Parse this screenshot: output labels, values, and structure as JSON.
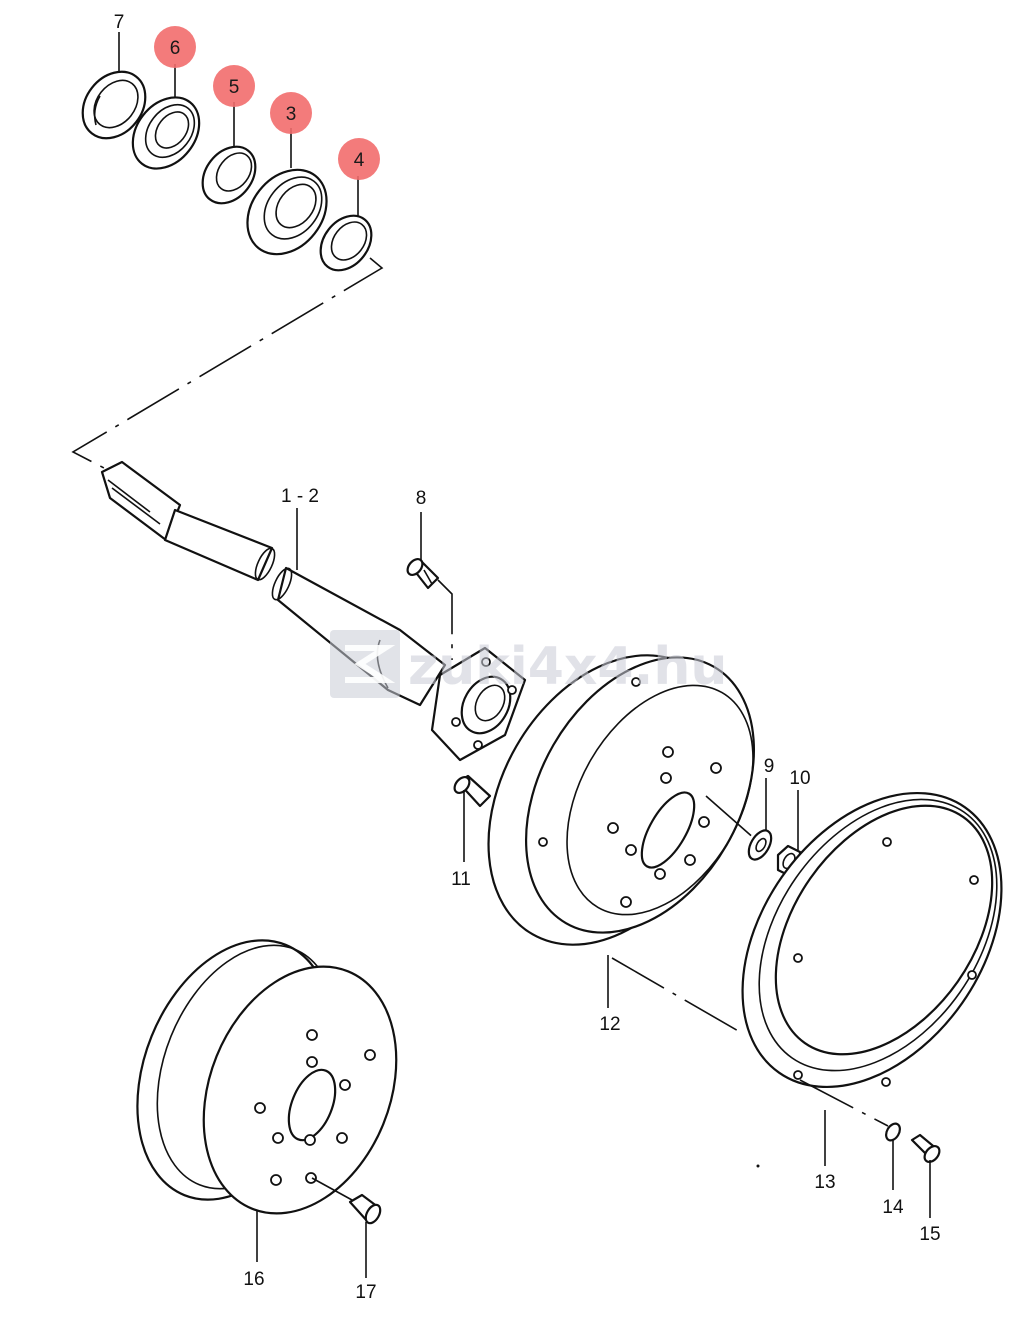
{
  "highlight_color": "#f26d6d",
  "watermark": {
    "text": "zuki4x4.hu",
    "icon": "suzuki-s-logo-icon"
  },
  "callouts": [
    {
      "id": "7",
      "label": "7",
      "highlight": false
    },
    {
      "id": "6",
      "label": "6",
      "highlight": true
    },
    {
      "id": "5",
      "label": "5",
      "highlight": true
    },
    {
      "id": "3",
      "label": "3",
      "highlight": true
    },
    {
      "id": "4",
      "label": "4",
      "highlight": true
    },
    {
      "id": "1-2",
      "label": "1 - 2",
      "highlight": false
    },
    {
      "id": "8",
      "label": "8",
      "highlight": false
    },
    {
      "id": "9",
      "label": "9",
      "highlight": false
    },
    {
      "id": "10",
      "label": "10",
      "highlight": false
    },
    {
      "id": "11",
      "label": "11",
      "highlight": false
    },
    {
      "id": "12",
      "label": "12",
      "highlight": false
    },
    {
      "id": "13",
      "label": "13",
      "highlight": false
    },
    {
      "id": "14",
      "label": "14",
      "highlight": false
    },
    {
      "id": "15",
      "label": "15",
      "highlight": false
    },
    {
      "id": "16",
      "label": "16",
      "highlight": false
    },
    {
      "id": "17",
      "label": "17",
      "highlight": false
    }
  ]
}
